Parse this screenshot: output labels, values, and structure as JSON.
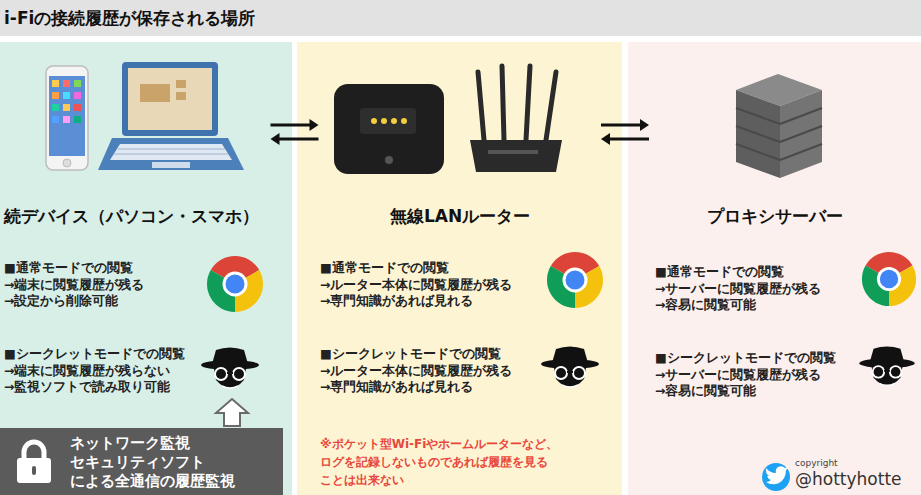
{
  "diagram": {
    "title": "i-Fiの接続履歴が保存される場所",
    "nodes": [
      {
        "text": [
          "続デバイス（パソコン・スマホ）",
          "■通常モードでの閲覧 →端末に閲覧履歴が残る →設定から削除可能",
          "■シークレットモードでの閲覧 →端末に閲覧履歴が残らない →監視ソフトで読み取り可能"
        ]
      },
      {
        "text": [
          "ネットワーク監視 セキュリティソフト による全通信の履歴監視"
        ],
        "in": 0
      },
      {
        "text": [
          "無線LANルーター",
          "■通常モードでの閲覧 →ルーター本体に閲覧履歴が残る →専門知識があれば見れる",
          "■シークレットモードでの閲覧 →ルーター本体に閲覧履歴が残る →専門知識があれば見れる",
          "※ポケット型Wi-Fiやホームルーターなど、 ログを記録しないものであれば履歴を見る ことは出来ない"
        ]
      },
      {
        "text": [
          "プロキシサーバー",
          "■通常モードでの閲覧 →サーバーに閲覧履歴が残る →容易に閲覧可能",
          "■シークレットモードでの閲覧 →サーバーに閲覧履歴が残る →容易に閲覧可能"
        ]
      }
    ],
    "edges": [
      {
        "from": 0,
        "to": 2,
        "arrow": "both"
      },
      {
        "from": 2,
        "to": 3,
        "arrow": "both"
      }
    ],
    "labels": [
      "copyright",
      "@hottyhotte"
    ]
  }
}
